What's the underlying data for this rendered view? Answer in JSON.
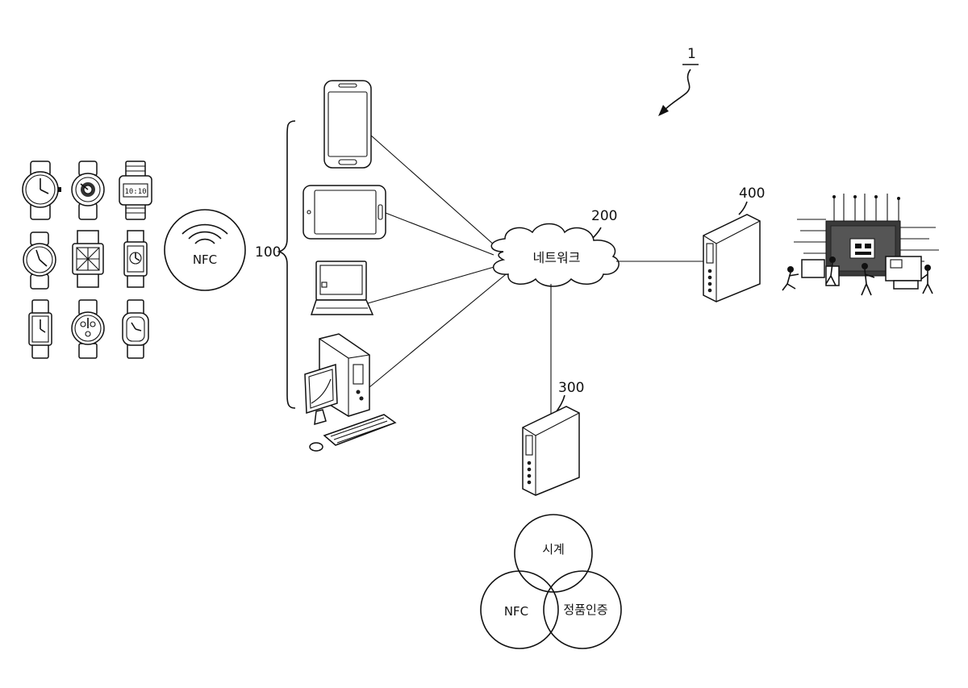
{
  "figure": {
    "system_ref": "1",
    "terminals_ref": "100",
    "network_ref": "200",
    "network_label": "네트워크",
    "auth_server_ref": "300",
    "maker_server_ref": "400",
    "nfc_badge_label": "NFC",
    "watch_display_text": "10:10",
    "venn": {
      "top": "시계",
      "left": "NFC",
      "right": "정품인증"
    }
  },
  "colors": {
    "ink": "#111111",
    "background": "#ffffff"
  }
}
